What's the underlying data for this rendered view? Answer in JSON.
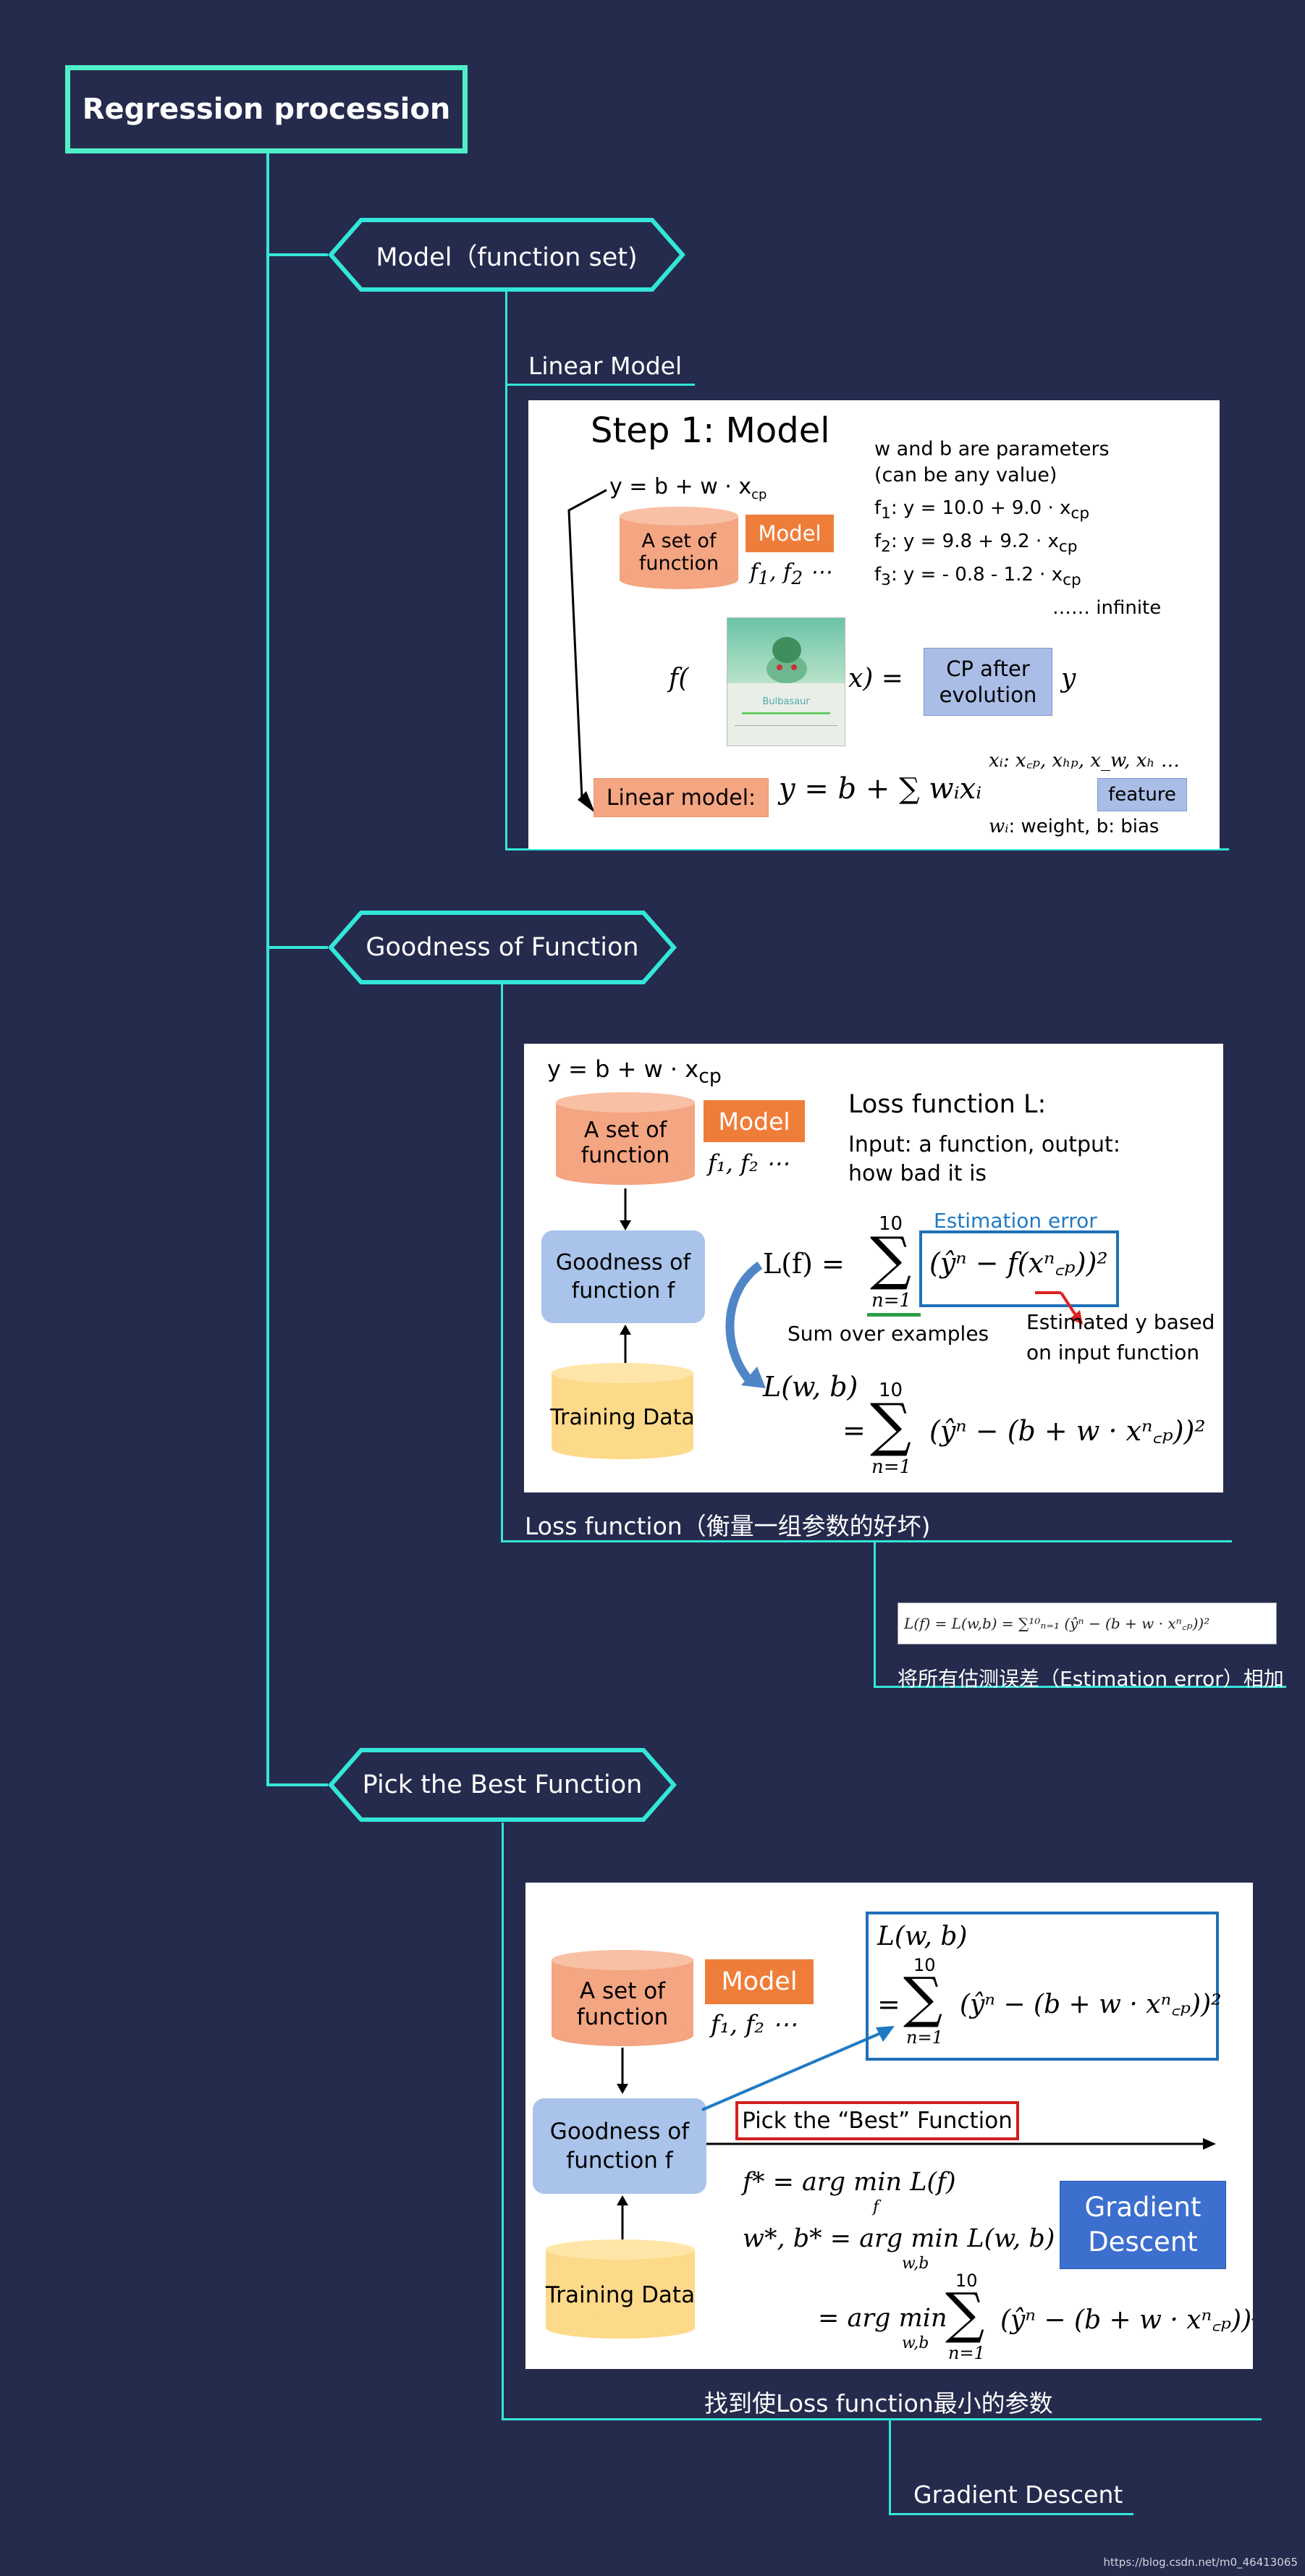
{
  "root": {
    "title": "Regression procession"
  },
  "nodes": {
    "model": {
      "label": "Model（function set)"
    },
    "goodness": {
      "label": "Goodness of Function"
    },
    "pick": {
      "label": "Pick the Best Function"
    }
  },
  "topics": {
    "linear_model": "Linear Model",
    "loss_function": "Loss function（衡量一组参数的好坏)",
    "loss_formula_note": "将所有估测误差（Estimation error）相加",
    "pick_note": "找到使Loss function最小的参数",
    "gradient_descent": "Gradient Descent"
  },
  "slide1": {
    "title": "Step 1: Model",
    "eq_main": "y = b + w · x",
    "sub_cp": "cp",
    "set_of_function": "A set of function",
    "model": "Model",
    "f_list": "f",
    "f_list_tail": "⋯",
    "params_note_1": "w and b are parameters",
    "params_note_2": "(can be any value)",
    "f1": "f",
    "f1_sub": "1",
    "f1_eq": ": y = 10.0 + 9.0 · x",
    "f2": "f",
    "f2_sub": "2",
    "f2_eq": ": y = 9.8 + 9.2 · x",
    "f3": "f",
    "f3_sub": "3",
    "f3_eq": ": y = - 0.8 - 1.2 · x",
    "infinite": "…… infinite",
    "f_of": "f(",
    "x_eq": "x) =",
    "cp_after": "CP after evolution",
    "y": "y",
    "pokemon_name": "Bulbasaur",
    "linear_model": "Linear model:",
    "lin_eq": "y = b + ∑ wᵢxᵢ",
    "xi_features": "xᵢ: x꜀ₚ, xₕₚ, x_w, xₕ …",
    "feature": "feature",
    "wi_note": ": weight, b: bias",
    "wi": "wᵢ"
  },
  "slide2": {
    "eq_main": "y = b + w · x",
    "sub_cp": "cp",
    "set_of_function": "A set of function",
    "model": "Model",
    "f_list": "f₁, f₂ ⋯",
    "loss_title": "Loss function L:",
    "loss_desc_1": "Input: a function, output:",
    "loss_desc_2": "how bad it is",
    "goodness": "Goodness of function f",
    "training": "Training Data",
    "est_error": "Estimation error",
    "Lf": "L(f)  =",
    "sum_top": "10",
    "sum_bot": "n=1",
    "err_expr": "(ŷⁿ − f(xⁿ꜀ₚ))²",
    "sum_over": "Sum over examples",
    "est_y_1": "Estimated y based",
    "est_y_2": "on input function",
    "Lwb": "L(w, b)",
    "eq2": "=",
    "expr2": "(ŷⁿ − (b + w · xⁿ꜀ₚ))²"
  },
  "formula_small": "L(f) = L(w,b) = ∑¹⁰ₙ₌₁ (ŷⁿ − (b + w · xⁿ꜀ₚ))²",
  "slide3": {
    "set_of_function": "A set of function",
    "model": "Model",
    "f_list": "f₁, f₂ ⋯",
    "goodness": "Goodness of function f",
    "training": "Training Data",
    "Lwb": "L(w, b)",
    "eq": "=",
    "sum_top": "10",
    "sum_bot": "n=1",
    "expr": "(ŷⁿ − (b + w · xⁿ꜀ₚ))²",
    "pick_best": "Pick the “Best” Function",
    "fstar": "f* = arg min L(f)",
    "fstar_sub": "f",
    "wbstar": "w*, b* = arg min L(w, b)",
    "wb_sub": "w,b",
    "argmin2": "= arg min",
    "gradient": "Gradient Descent"
  },
  "footer": "https://blog.csdn.net/m0_46413065",
  "colors": {
    "background": "#252b4d",
    "line": "#34e6d9",
    "root_border": "#4ff0c8"
  }
}
